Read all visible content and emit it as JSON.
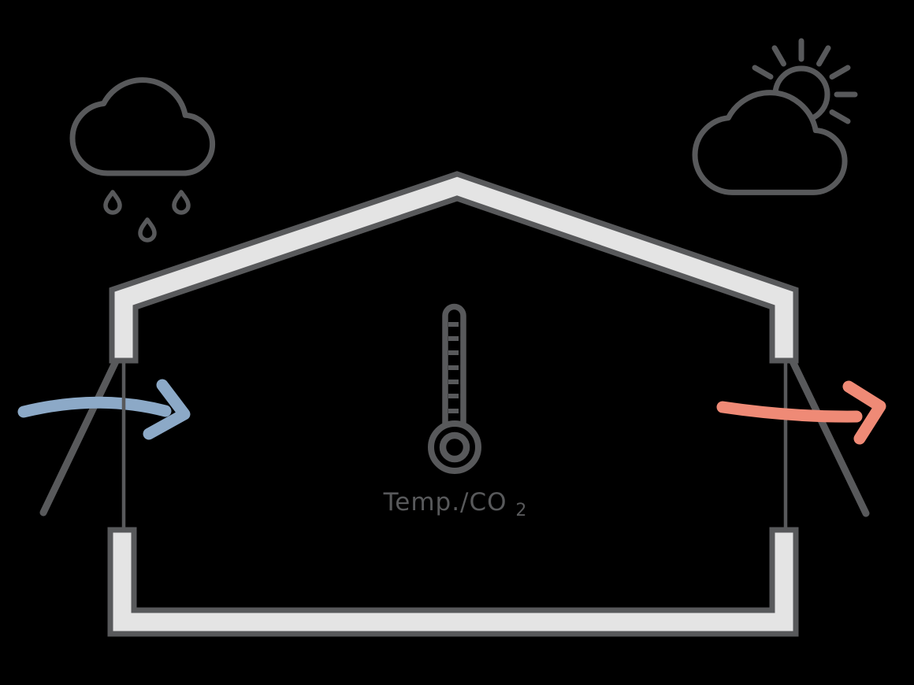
{
  "colors": {
    "background": "#000000",
    "ink": "#58595b",
    "wall_fill": "#e4e4e4",
    "inflow_arrow": "#8ca9c7",
    "outflow_arrow": "#ef8a76",
    "label": "#58595b"
  },
  "sensor": {
    "label": "Temp./CO",
    "label_subscript": "2"
  },
  "icons": {
    "rain_cloud": "cloud outline with three raindrops",
    "sun_behind_cloud": "sun with rays partially behind cloud",
    "thermometer": "thermometer with tick scale and bulb",
    "inflow_arrow": "blue curved arrow entering through left wall vent",
    "outflow_arrow": "red curved arrow exiting through right wall vent"
  }
}
